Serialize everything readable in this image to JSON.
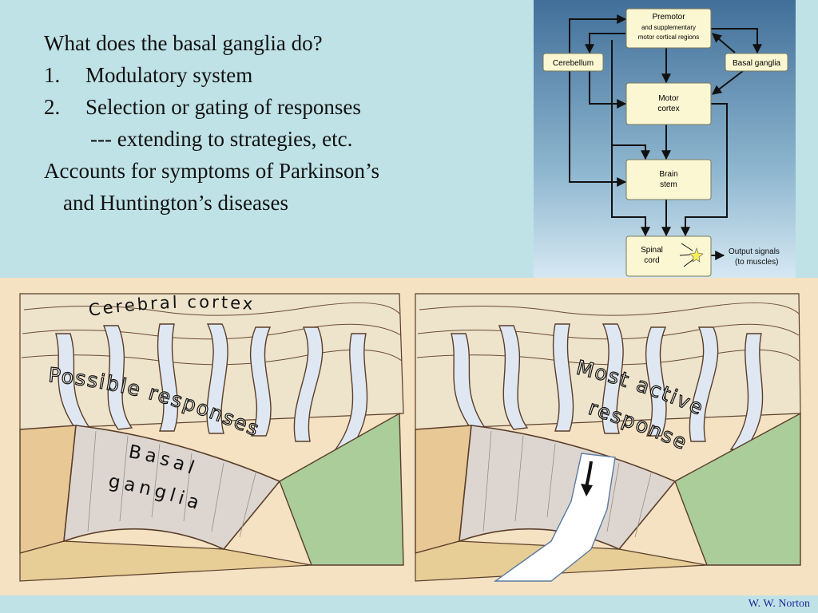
{
  "slide": {
    "lines": [
      "What does the basal ganglia do?",
      "Modulatory system",
      "Selection or gating of responses",
      "---  extending to strategies, etc.",
      "Accounts for symptoms of Parkinson’s",
      "and Huntington’s diseases"
    ],
    "list_numbers": [
      "1.",
      "2."
    ]
  },
  "diagram": {
    "premotor": [
      "Premotor",
      "and supplementary",
      "motor cortical regions"
    ],
    "cerebellum": "Cerebellum",
    "basal_ganglia": "Basal ganglia",
    "motor_cortex": [
      "Motor",
      "cortex"
    ],
    "brain_stem": [
      "Brain",
      "stem"
    ],
    "spinal_cord": [
      "Spinal",
      "cord"
    ],
    "output": [
      "Output signals",
      "(to muscles)"
    ]
  },
  "illustration": {
    "cerebral_cortex": "Cerebral cortex",
    "possible_responses": "Possible responses",
    "basal_ganglia": [
      "Basal",
      "ganglia"
    ],
    "most_active": [
      "Most active",
      "response"
    ]
  },
  "footer": {
    "credit": "W. W. Norton"
  },
  "colors": {
    "background": "#bfe2e6",
    "sand": "#f3dfbf",
    "water": "#dfe8f2",
    "grass": "#aacd9a"
  }
}
